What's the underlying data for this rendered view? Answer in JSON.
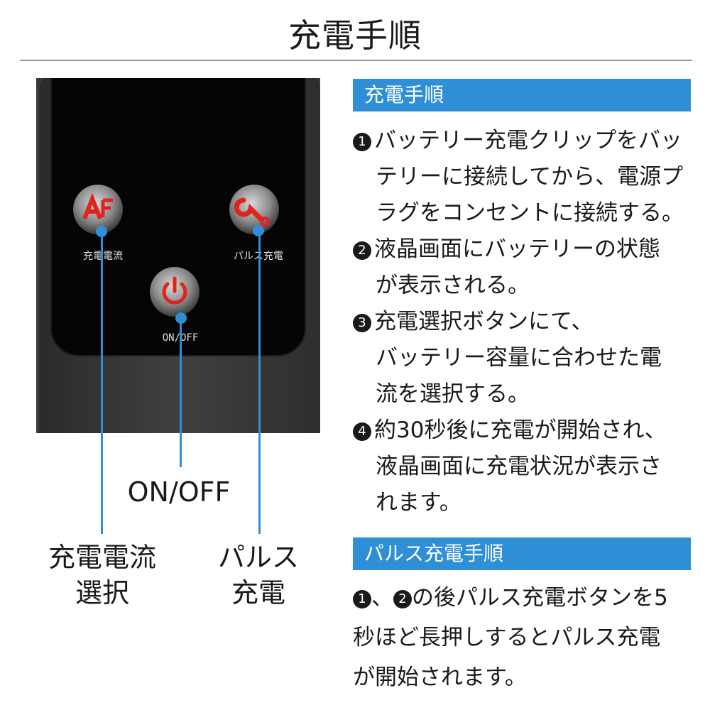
{
  "title": "充電手順",
  "device": {
    "buttons": [
      {
        "label": "充電電流"
      },
      {
        "label": "パルス充電"
      },
      {
        "label": "ON/OFF"
      }
    ]
  },
  "callouts": {
    "onoff": "ON/OFF",
    "current_line1": "充電電流",
    "current_line2": "選択",
    "pulse_line1": "パルス",
    "pulse_line2": "充電"
  },
  "charging": {
    "heading": "充電手順",
    "steps": [
      {
        "num": "1",
        "lines": [
          "バッテリー充電クリップをバッ",
          "テリーに接続してから、電源プ",
          "ラグをコンセントに接続する。"
        ]
      },
      {
        "num": "2",
        "lines": [
          "液晶画面にバッテリーの状態",
          "が表示される。"
        ]
      },
      {
        "num": "3",
        "lines": [
          "充電選択ボタンにて、",
          "バッテリー容量に合わせた電",
          "流を選択する。"
        ]
      },
      {
        "num": "4",
        "lines": [
          "約30秒後に充電が開始され、",
          "液晶画面に充電状況が表示さ",
          "れます。"
        ]
      }
    ]
  },
  "pulse": {
    "heading": "パルス充電手順",
    "num_a": "1",
    "separator": "、",
    "num_b": "2",
    "line1_text": "の後パルス充電ボタンを5",
    "line2": "秒ほど長押しするとパルス充電",
    "line3": "が開始されます。"
  },
  "colors": {
    "accent": "#2f8fd6",
    "icon_red": "#e0231c"
  }
}
